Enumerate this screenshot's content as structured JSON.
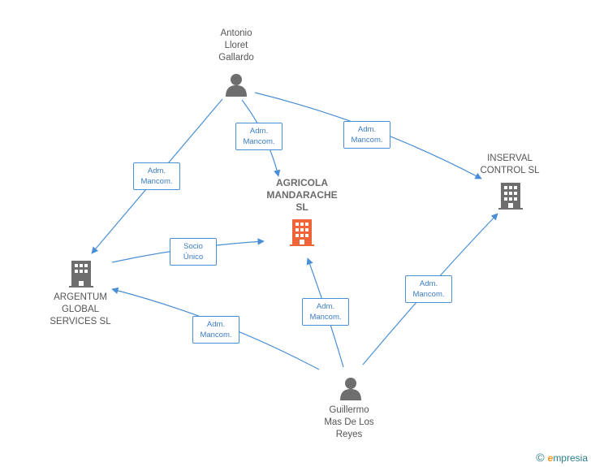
{
  "nodes": {
    "antonio": {
      "label": "Antonio\nLloret\nGallardo",
      "type": "person"
    },
    "agricola": {
      "label": "AGRICOLA\nMANDARACHE\nSL",
      "type": "company-main"
    },
    "inserval": {
      "label": "INSERVAL\nCONTROL SL",
      "type": "company"
    },
    "argentum": {
      "label": "ARGENTUM\nGLOBAL\nSERVICES  SL",
      "type": "company"
    },
    "guillermo": {
      "label": "Guillermo\nMas De Los\nReyes",
      "type": "person"
    }
  },
  "edges": [
    {
      "id": "e1",
      "from": "antonio",
      "to": "argentum",
      "line1": "Adm.",
      "line2": "Mancom."
    },
    {
      "id": "e2",
      "from": "antonio",
      "to": "agricola",
      "line1": "Adm.",
      "line2": "Mancom."
    },
    {
      "id": "e3",
      "from": "antonio",
      "to": "inserval",
      "line1": "Adm.",
      "line2": "Mancom."
    },
    {
      "id": "e4",
      "from": "argentum",
      "to": "agricola",
      "line1": "Socio",
      "line2": "Único"
    },
    {
      "id": "e5",
      "from": "guillermo",
      "to": "argentum",
      "line1": "Adm.",
      "line2": "Mancom."
    },
    {
      "id": "e6",
      "from": "guillermo",
      "to": "agricola",
      "line1": "Adm.",
      "line2": "Mancom."
    },
    {
      "id": "e7",
      "from": "guillermo",
      "to": "inserval",
      "line1": "Adm.",
      "line2": "Mancom."
    }
  ],
  "colors": {
    "edge": "#4a8fd6",
    "icon": "#6e6e6e",
    "main_icon": "#f0643a"
  },
  "brand": {
    "copyright": "©",
    "e_letter": "e",
    "name": "mpresia"
  }
}
